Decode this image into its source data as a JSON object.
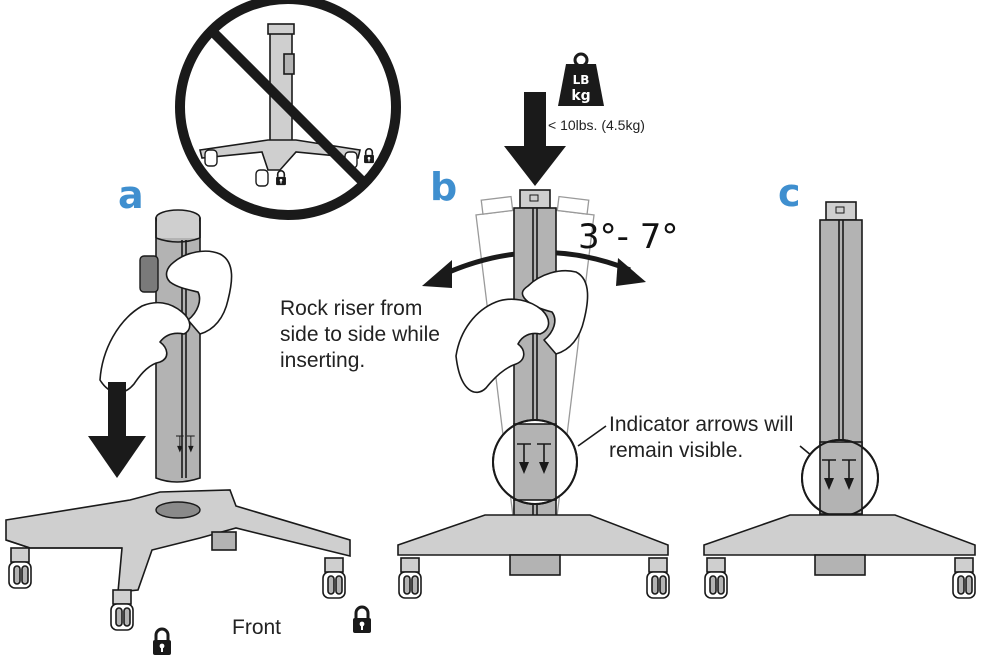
{
  "steps": {
    "a": {
      "letter": "a",
      "label": "Front"
    },
    "b": {
      "letter": "b",
      "angle": "3°- 7°",
      "instruction": [
        "Rock riser from",
        "side to side while",
        "inserting."
      ]
    },
    "c": {
      "letter": "c"
    }
  },
  "weight": {
    "unit_top": "LB",
    "unit_bottom": "kg",
    "limit": "< 10lbs. (4.5kg)"
  },
  "indicator": {
    "lines": [
      "Indicator arrows will",
      "remain visible."
    ]
  },
  "icons": [
    "prohibited-sign-icon",
    "lock-icon",
    "weight-icon",
    "down-arrow-icon",
    "curved-double-arrow-icon"
  ],
  "colors": {
    "step_letter": "#3f8fcf",
    "metal": "#b3b3b3",
    "ink": "#1a1a1a"
  }
}
